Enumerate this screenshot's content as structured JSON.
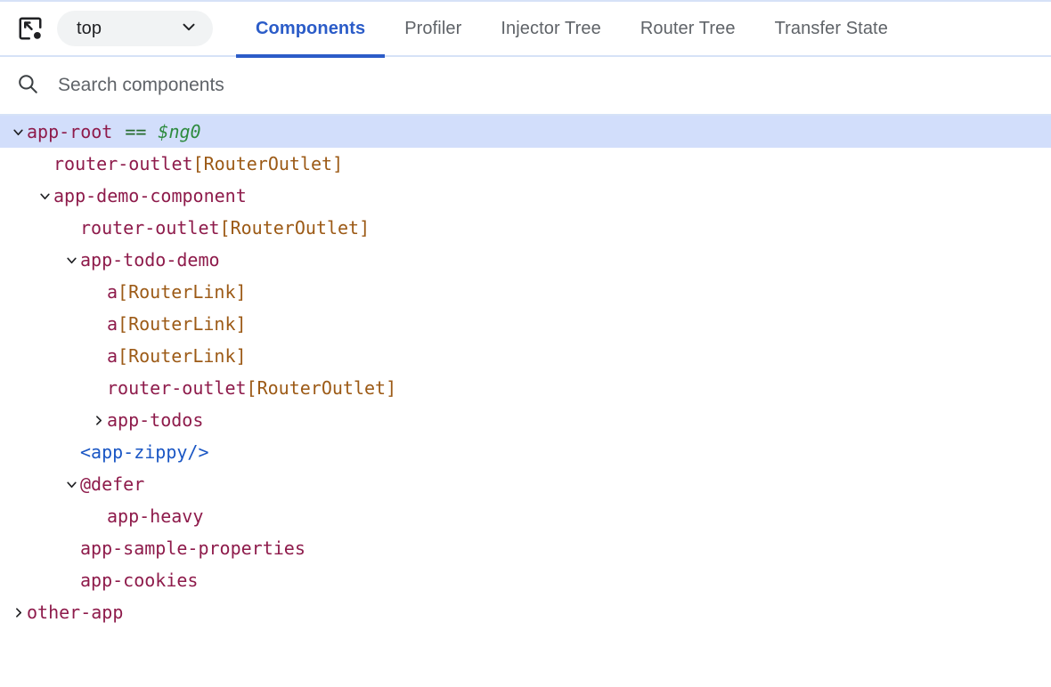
{
  "toolbar": {
    "inspect_icon": "inspect-element-icon",
    "frame_select": {
      "value": "top",
      "chevron_icon": "chevron-down-icon"
    },
    "tabs": [
      {
        "label": "Components",
        "active": true
      },
      {
        "label": "Profiler",
        "active": false
      },
      {
        "label": "Injector Tree",
        "active": false
      },
      {
        "label": "Router Tree",
        "active": false
      },
      {
        "label": "Transfer State",
        "active": false
      }
    ]
  },
  "search": {
    "icon": "search-icon",
    "value": "",
    "placeholder": "Search components"
  },
  "tree": {
    "nodes": [
      {
        "name": "app-root",
        "directive": "",
        "twisty": "expanded",
        "depth": 0,
        "selected": true,
        "eq": "==",
        "ngref": "$ng0",
        "style": "component"
      },
      {
        "name": "router-outlet",
        "directive": "[RouterOutlet]",
        "twisty": "none",
        "depth": 1,
        "selected": false,
        "eq": "",
        "ngref": "",
        "style": "component"
      },
      {
        "name": "app-demo-component",
        "directive": "",
        "twisty": "expanded",
        "depth": 1,
        "selected": false,
        "eq": "",
        "ngref": "",
        "style": "component"
      },
      {
        "name": "router-outlet",
        "directive": "[RouterOutlet]",
        "twisty": "none",
        "depth": 2,
        "selected": false,
        "eq": "",
        "ngref": "",
        "style": "component"
      },
      {
        "name": "app-todo-demo",
        "directive": "",
        "twisty": "expanded",
        "depth": 2,
        "selected": false,
        "eq": "",
        "ngref": "",
        "style": "component"
      },
      {
        "name": "a",
        "directive": "[RouterLink]",
        "twisty": "none",
        "depth": 3,
        "selected": false,
        "eq": "",
        "ngref": "",
        "style": "component"
      },
      {
        "name": "a",
        "directive": "[RouterLink]",
        "twisty": "none",
        "depth": 3,
        "selected": false,
        "eq": "",
        "ngref": "",
        "style": "component"
      },
      {
        "name": "a",
        "directive": "[RouterLink]",
        "twisty": "none",
        "depth": 3,
        "selected": false,
        "eq": "",
        "ngref": "",
        "style": "component"
      },
      {
        "name": "router-outlet",
        "directive": "[RouterOutlet]",
        "twisty": "none",
        "depth": 3,
        "selected": false,
        "eq": "",
        "ngref": "",
        "style": "component"
      },
      {
        "name": "app-todos",
        "directive": "",
        "twisty": "collapsed",
        "depth": 3,
        "selected": false,
        "eq": "",
        "ngref": "",
        "style": "component"
      },
      {
        "name": "<app-zippy/>",
        "directive": "",
        "twisty": "none",
        "depth": 2,
        "selected": false,
        "eq": "",
        "ngref": "",
        "style": "tag"
      },
      {
        "name": "@defer",
        "directive": "",
        "twisty": "expanded",
        "depth": 2,
        "selected": false,
        "eq": "",
        "ngref": "",
        "style": "component"
      },
      {
        "name": "app-heavy",
        "directive": "",
        "twisty": "none",
        "depth": 3,
        "selected": false,
        "eq": "",
        "ngref": "",
        "style": "component"
      },
      {
        "name": "app-sample-properties",
        "directive": "",
        "twisty": "none",
        "depth": 2,
        "selected": false,
        "eq": "",
        "ngref": "",
        "style": "component"
      },
      {
        "name": "app-cookies",
        "directive": "",
        "twisty": "none",
        "depth": 2,
        "selected": false,
        "eq": "",
        "ngref": "",
        "style": "component"
      },
      {
        "name": "other-app",
        "directive": "",
        "twisty": "collapsed",
        "depth": 0,
        "selected": false,
        "eq": "",
        "ngref": "",
        "style": "component"
      }
    ]
  },
  "colors": {
    "accent": "#2b5cc8",
    "selection": "#d2defb",
    "border": "#d6e2f7",
    "component_name": "#8e1b4b",
    "tag_name": "#1a56c4",
    "directive": "#9c5a16",
    "ngref": "#2e8b3f"
  }
}
